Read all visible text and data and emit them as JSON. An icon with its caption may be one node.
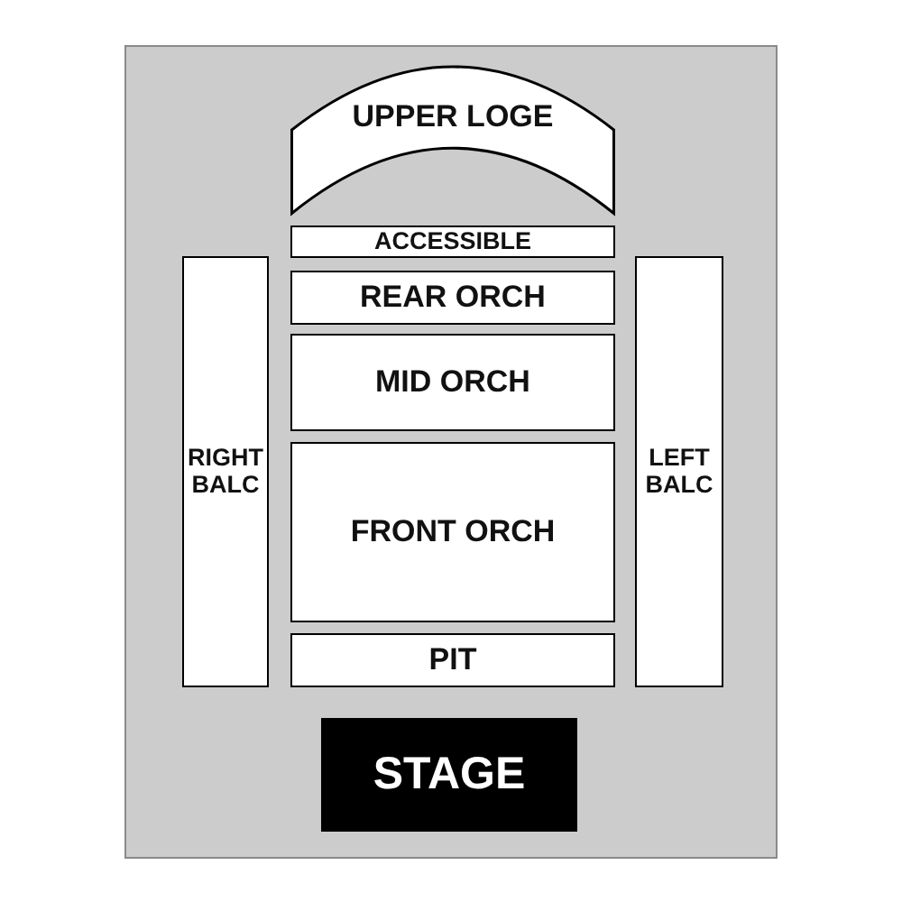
{
  "diagram": {
    "nodes": [
      {
        "text": [
          "UPPER LOGE"
        ]
      },
      {
        "text": [
          "ACCESSIBLE"
        ]
      },
      {
        "text": [
          "RIGHT BALC"
        ]
      },
      {
        "text": [
          "REAR ORCH"
        ]
      },
      {
        "text": [
          "LEFT BALC"
        ]
      },
      {
        "text": [
          "MID ORCH"
        ]
      },
      {
        "text": [
          "FRONT ORCH"
        ]
      },
      {
        "text": [
          "PIT"
        ]
      },
      {
        "text": [
          "STAGE"
        ]
      }
    ]
  }
}
